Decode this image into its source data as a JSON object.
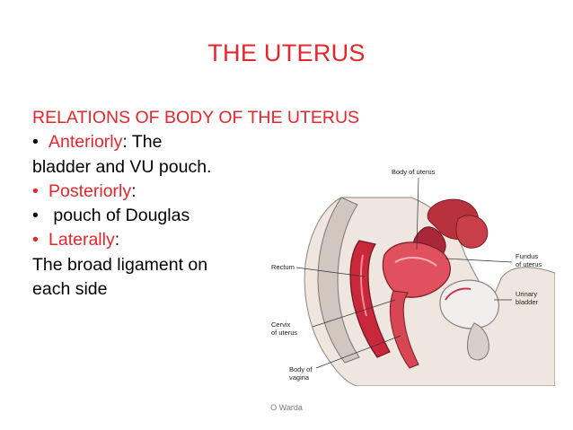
{
  "slide": {
    "title": "THE UTERUS",
    "heading": "RELATIONS OF  BODY OF THE UTERUS",
    "lines": [
      {
        "bullet": "•",
        "label": "Anteriorly",
        "text": ": The"
      },
      {
        "bullet": "",
        "label": "",
        "text": " bladder and VU pouch."
      },
      {
        "bullet": "•",
        "label": "Posteriorly",
        "text": ":"
      },
      {
        "bullet": "•",
        "label": "",
        "text": " pouch of Douglas"
      },
      {
        "bullet": "•",
        "label": "Laterally",
        "text": ":"
      },
      {
        "bullet": "",
        "label": "",
        "text": "The broad ligament on"
      },
      {
        "bullet": "",
        "label": "",
        "text": "each side"
      }
    ],
    "footer": "O Warda"
  },
  "figure": {
    "labels": {
      "body_of_uterus": "Body of uterus",
      "rectum": "Rectum",
      "fundus_1": "Fundus",
      "fundus_2": "of uterus",
      "urinary_1": "Urinary",
      "urinary_2": "bladder",
      "cervix_1": "Cervix",
      "cervix_2": "of uterus",
      "vagina_1": "Body of",
      "vagina_2": "vagina"
    }
  },
  "colors": {
    "accent": "#e8252b",
    "tissue": "#d63a48",
    "background": "#ffffff"
  }
}
